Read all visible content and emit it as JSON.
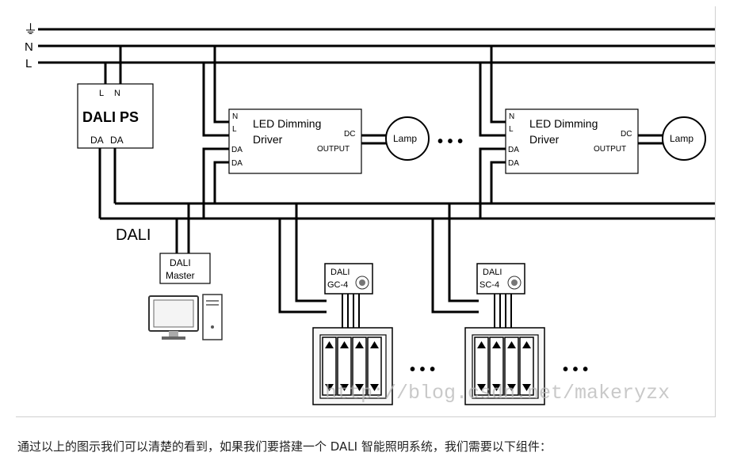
{
  "rails": {
    "ground_symbol": "⏚",
    "n": "N",
    "l": "L"
  },
  "dali_ps": {
    "terminal_l": "L",
    "terminal_n": "N",
    "title": "DALI PS",
    "terminal_da1": "DA",
    "terminal_da2": "DA"
  },
  "bus_label": "DALI",
  "driver": {
    "pin_n": "N",
    "pin_l": "L",
    "pin_da1": "DA",
    "pin_da2": "DA",
    "title_line1": "LED Dimming",
    "title_line2": "Driver",
    "dc_label": "DC",
    "output_label": "OUTPUT"
  },
  "lamp_label": "Lamp",
  "ellipsis": "• • •",
  "master": {
    "line1": "DALI",
    "line2": "Master"
  },
  "controllers": [
    {
      "line1": "DALI",
      "line2": "GC-4"
    },
    {
      "line1": "DALI",
      "line2": "SC-4"
    }
  ],
  "watermark": "http://blog.csdn.net/makeryzx",
  "caption": "通过以上的图示我们可以清楚的看到，如果我们要搭建一个 DALI 智能照明系统，我们需要以下组件："
}
